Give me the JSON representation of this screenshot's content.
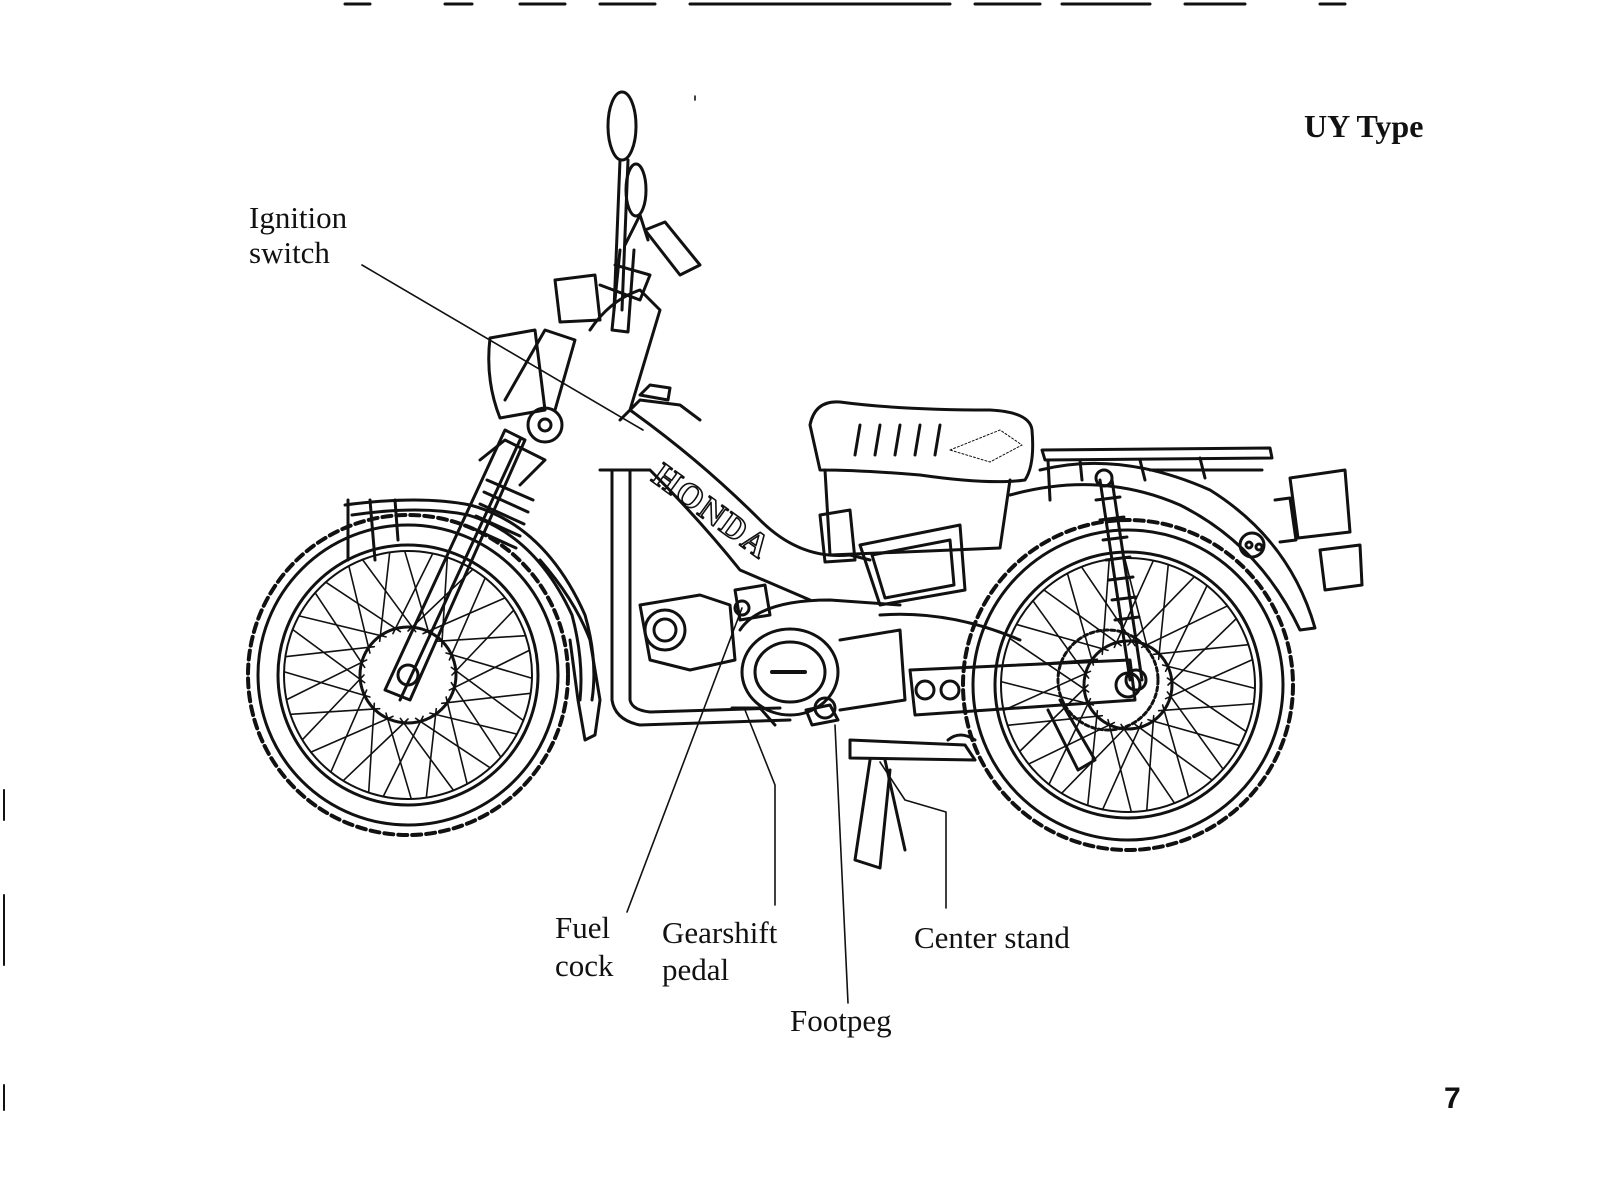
{
  "heading": "UY Type",
  "page_number": "7",
  "logo": "HONDA",
  "callouts": {
    "ignition_switch": [
      "Ignition",
      "switch"
    ],
    "fuel_cock": [
      "Fuel",
      "cock"
    ],
    "gearshift_pedal": [
      "Gearshift",
      "pedal"
    ],
    "footpeg": "Footpeg",
    "center_stand": "Center stand"
  }
}
